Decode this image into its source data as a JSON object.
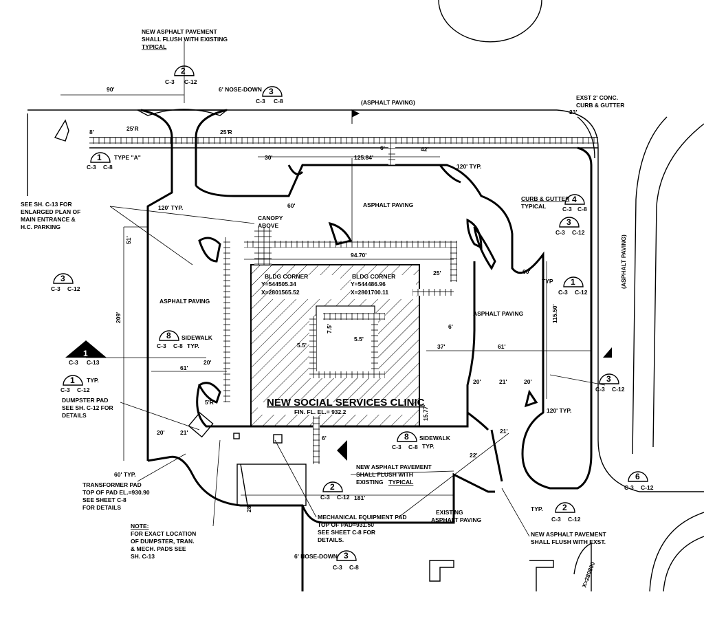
{
  "notes": {
    "asphalt_flush_top": [
      "NEW ASPHALT PAVEMENT",
      "SHALL FLUSH WITH EXISTING"
    ],
    "typical_top": "TYPICAL",
    "asphalt_paving_top": "(ASPHALT PAVING)",
    "exist_curb": [
      "EXST 2' CONC.",
      "CURB & GUTTER"
    ],
    "see_c13": [
      "SEE SH. C-13 FOR",
      "ENLARGED PLAN OF",
      "MAIN ENTRANCE &",
      "H.C. PARKING"
    ],
    "canopy": [
      "CANOPY",
      "ABOVE"
    ],
    "curb_gutter": "CURB & GUTTER",
    "typical": "TYPICAL",
    "asphalt_paving": "ASPHALT PAVING",
    "asphalt_paving_right_vertical": "(ASPHALT PAVING)",
    "bldg_corner_1": [
      "BLDG CORNER",
      "Y=544505.34",
      "X=2801565.52"
    ],
    "bldg_corner_2": [
      "BLDG CORNER",
      "Y=544486.96",
      "X=2801700.11"
    ],
    "sidewalk": "SIDEWALK",
    "typ": "TYP.",
    "typ_plain": "TYP",
    "clinic_name": "NEW SOCIAL SERVICES CLINIC",
    "fin_fl": "FIN. FL. EL.= 932.2",
    "dumpster": [
      "DUMPSTER PAD",
      "SEE SH. C-12 FOR",
      "DETAILS"
    ],
    "transformer": [
      "TRANSFORMER PAD",
      "TOP OF PAD EL.=930.90",
      "SEE SHEET C-8",
      "FOR DETAILS"
    ],
    "note_head": "NOTE:",
    "note_body": [
      "FOR EXACT LOCATION",
      "OF DUMPSTER, TRAN.",
      "& MECH. PADS SEE",
      "SH. C-13"
    ],
    "new_asphalt_mid": [
      "NEW ASPHALT PAVEMENT",
      "SHALL FLUSH WITH",
      "EXISTING"
    ],
    "typical_mid": "TYPICAL",
    "mech_pad": [
      "MECHANICAL EQUIPMENT PAD",
      "TOP OF PAD=931.50",
      "SEE SHEET C-8 FOR",
      "DETAILS."
    ],
    "existing_asphalt": [
      "EXISTING",
      "ASPHALT PAVING"
    ],
    "new_asphalt_right": [
      "NEW ASPHALT PAVEMENT",
      "SHALL FLUSH WITH EXST."
    ],
    "type_a": "TYPE \"A\"",
    "nose_down": "6' NOSE-DOWN",
    "road_label": "X=280800"
  },
  "dims": {
    "d90": "90'",
    "d8": "8'",
    "d25r": "25'R",
    "d30": "30'",
    "d125": "125.84'",
    "d42": "42'",
    "d6": "6'",
    "d120typ": "120' TYP.",
    "d23": "23'",
    "d51": "51'",
    "d209": "209'",
    "d60": "60'",
    "d94": "94.70'",
    "d25": "25'",
    "d115": "115.50'",
    "d37": "37'",
    "d61": "61'",
    "d20": "20'",
    "d21": "21'",
    "d181": "181'",
    "d22": "22'",
    "d5_5": "5.5'",
    "d7_5": "7.5'",
    "d15_77": "15.77'",
    "d60typ": "60' TYP.",
    "d28": "28'",
    "d5r": "5'R"
  },
  "callouts": [
    {
      "num": "2",
      "sheet_a": "C-3",
      "sheet_b": "C-12"
    },
    {
      "num": "3",
      "sheet_a": "C-3",
      "sheet_b": "C-8"
    },
    {
      "num": "1",
      "sheet_a": "C-3",
      "sheet_b": "C-8"
    },
    {
      "num": "4",
      "sheet_a": "C-3",
      "sheet_b": "C-8"
    },
    {
      "num": "3",
      "sheet_a": "C-3",
      "sheet_b": "C-12"
    },
    {
      "num": "3",
      "sheet_a": "C-3",
      "sheet_b": "C-12"
    },
    {
      "num": "1",
      "sheet_a": "C-3",
      "sheet_b": "C-12"
    },
    {
      "num": "8",
      "sheet_a": "C-3",
      "sheet_b": "C-8"
    },
    {
      "num": "1",
      "sheet_a": "C-3",
      "sheet_b": "C-13"
    },
    {
      "num": "1",
      "sheet_a": "C-3",
      "sheet_b": "C-12"
    },
    {
      "num": "8",
      "sheet_a": "C-3",
      "sheet_b": "C-8"
    },
    {
      "num": "3",
      "sheet_a": "C-3",
      "sheet_b": "C-12"
    },
    {
      "num": "2",
      "sheet_a": "C-3",
      "sheet_b": "C-12"
    },
    {
      "num": "2",
      "sheet_a": "C-3",
      "sheet_b": "C-12"
    },
    {
      "num": "6",
      "sheet_a": "C-3",
      "sheet_b": "C-12"
    },
    {
      "num": "3",
      "sheet_a": "C-3",
      "sheet_b": "C-8"
    }
  ]
}
